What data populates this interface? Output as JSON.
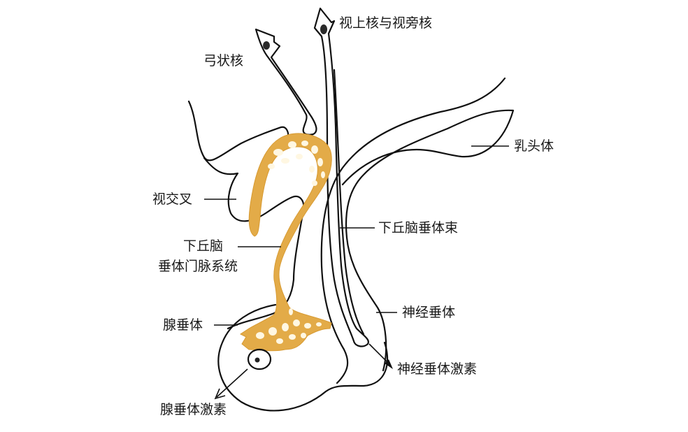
{
  "diagram": {
    "subject": "Hypothalamus–pituitary system",
    "colors": {
      "outline": "#111111",
      "portal_system": "#e3ab48",
      "background": "#ffffff"
    },
    "labels": {
      "supraoptic_paraventricular": "视上核与视旁核",
      "arcuate": "弓状核",
      "mammillary": "乳头体",
      "optic_chiasm": "视交叉",
      "hypothalamo_hypophyseal_tract": "下丘脑垂体束",
      "portal_line1": "下丘脑",
      "portal_line2": "垂体门脉系统",
      "neurohypophysis": "神经垂体",
      "adenohypophysis": "腺垂体",
      "neurohypophyseal_hormone": "神经垂体激素",
      "adenohypophyseal_hormone": "腺垂体激素"
    }
  }
}
